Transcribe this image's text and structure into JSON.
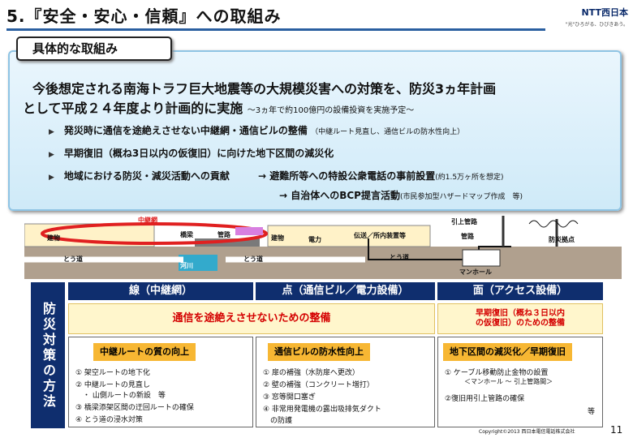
{
  "header": {
    "title": "5.『安全・安心・信頼』への取組み",
    "logo": "NTT西日本",
    "tagline": "\"光\"ひろがる、ひびきあう。"
  },
  "section": {
    "tab_label": "具体的な取組み",
    "headline1": "今後想定される南海トラフ巨大地震等の大規模災害への対策を、防災3ヵ年計画",
    "headline2": "として平成２４年度より計画的に実施",
    "headline_note": "～3ヵ年で約100億円の設備投資を実施予定～",
    "bullets": [
      {
        "text": "発災時に通信を途絶えさせない中継網・通信ビルの整備",
        "note": "（中継ルート見直し、通信ビルの防水性向上）"
      },
      {
        "text": "早期復旧（概ね3日以内の仮復旧）に向けた地下区間の減災化",
        "note": ""
      },
      {
        "text": "地域における防災・減災活動への貢献",
        "arrow1": "→ 避難所等への特設公衆電話の事前設置",
        "arrow1_note": "(約1.5万ヶ所を想定)",
        "arrow2": "→ 自治体へのBCP提言活動",
        "arrow2_note": "(市民参加型ハザードマップ作成　等)"
      }
    ]
  },
  "diagram": {
    "relay_net": "中継網",
    "bldg": "建物",
    "bridge": "橋梁",
    "pipe": "管路",
    "tunnel": "とう道",
    "river": "河川",
    "power": "電力",
    "transmission": "伝送／所内装置等",
    "inlet_pipe": "引上管路",
    "manhole": "マンホール",
    "disaster_site": "防災拠点"
  },
  "side_label": "防災対策の方法",
  "columns": [
    {
      "header": "線（中継網）",
      "goal": "通信を途絶えさせないための整備",
      "box_title": "中継ルートの質の向上",
      "items": [
        "① 架空ルートの地下化",
        "② 中継ルートの見直し",
        "　・ 山側ルートの新設　等",
        "③ 橋梁添架区間の迂回ルートの確保",
        "④ とう道の浸水対策"
      ]
    },
    {
      "header": "点（通信ビル／電力設備）",
      "goal": "",
      "box_title": "通信ビルの防水性向上",
      "items": [
        "① 扉の補強（水防扉へ更改）",
        "② 壁の補強（コンクリート増打）",
        "③ 窓等開口塞ぎ",
        "④ 非常用発電機の露出吸排気ダクト",
        "　の防護"
      ]
    },
    {
      "header": "面（アクセス設備）",
      "goal_line1": "早期復旧（概ね３日以内",
      "goal_line2": "の仮復旧）のための整備",
      "box_title": "地下区間の減災化／早期復旧",
      "items": [
        "① ケーブル移動防止金物の設置",
        "　　　＜マンホール 〜 引上管路間＞",
        "②復旧用引上管路の確保"
      ],
      "etc": "等"
    }
  ],
  "footer": {
    "copyright": "Copyright©2013 西日本電信電話株式会社",
    "page": "11"
  },
  "colors": {
    "navy": "#0f2e6e",
    "accent_red": "#d40000",
    "orange": "#f7b733",
    "panel": "#e2f2fb"
  }
}
